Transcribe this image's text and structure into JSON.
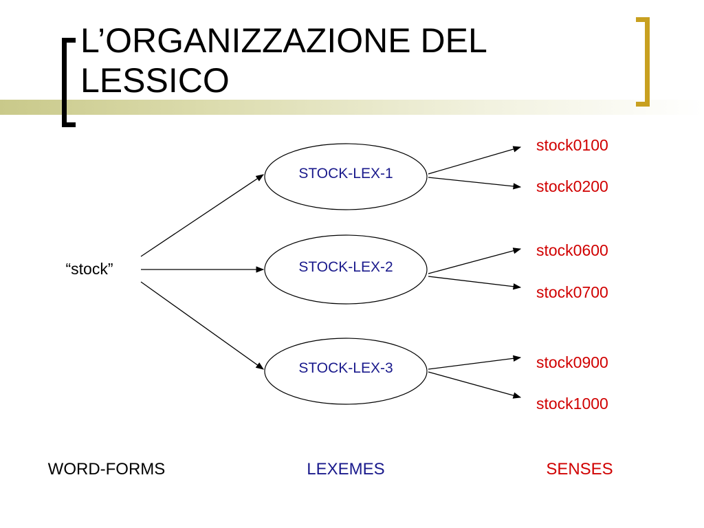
{
  "title": "L’ORGANIZZAZIONE DEL LESSICO",
  "word_form": "“stock”",
  "lexemes": [
    {
      "label": "STOCK-LEX-1",
      "senses": [
        "stock0100",
        "stock0200"
      ]
    },
    {
      "label": "STOCK-LEX-2",
      "senses": [
        "stock0600",
        "stock0700"
      ]
    },
    {
      "label": "STOCK-LEX-3",
      "senses": [
        "stock0900",
        "stock1000"
      ]
    }
  ],
  "footer": {
    "word_forms": "WORD-FORMS",
    "lexemes": "LEXEMES",
    "senses": "SENSES"
  },
  "colors": {
    "lexeme_text": "#1a1a8c",
    "sense_text": "#d00000",
    "bracket_left": "#000000",
    "bracket_right": "#c8a020"
  }
}
